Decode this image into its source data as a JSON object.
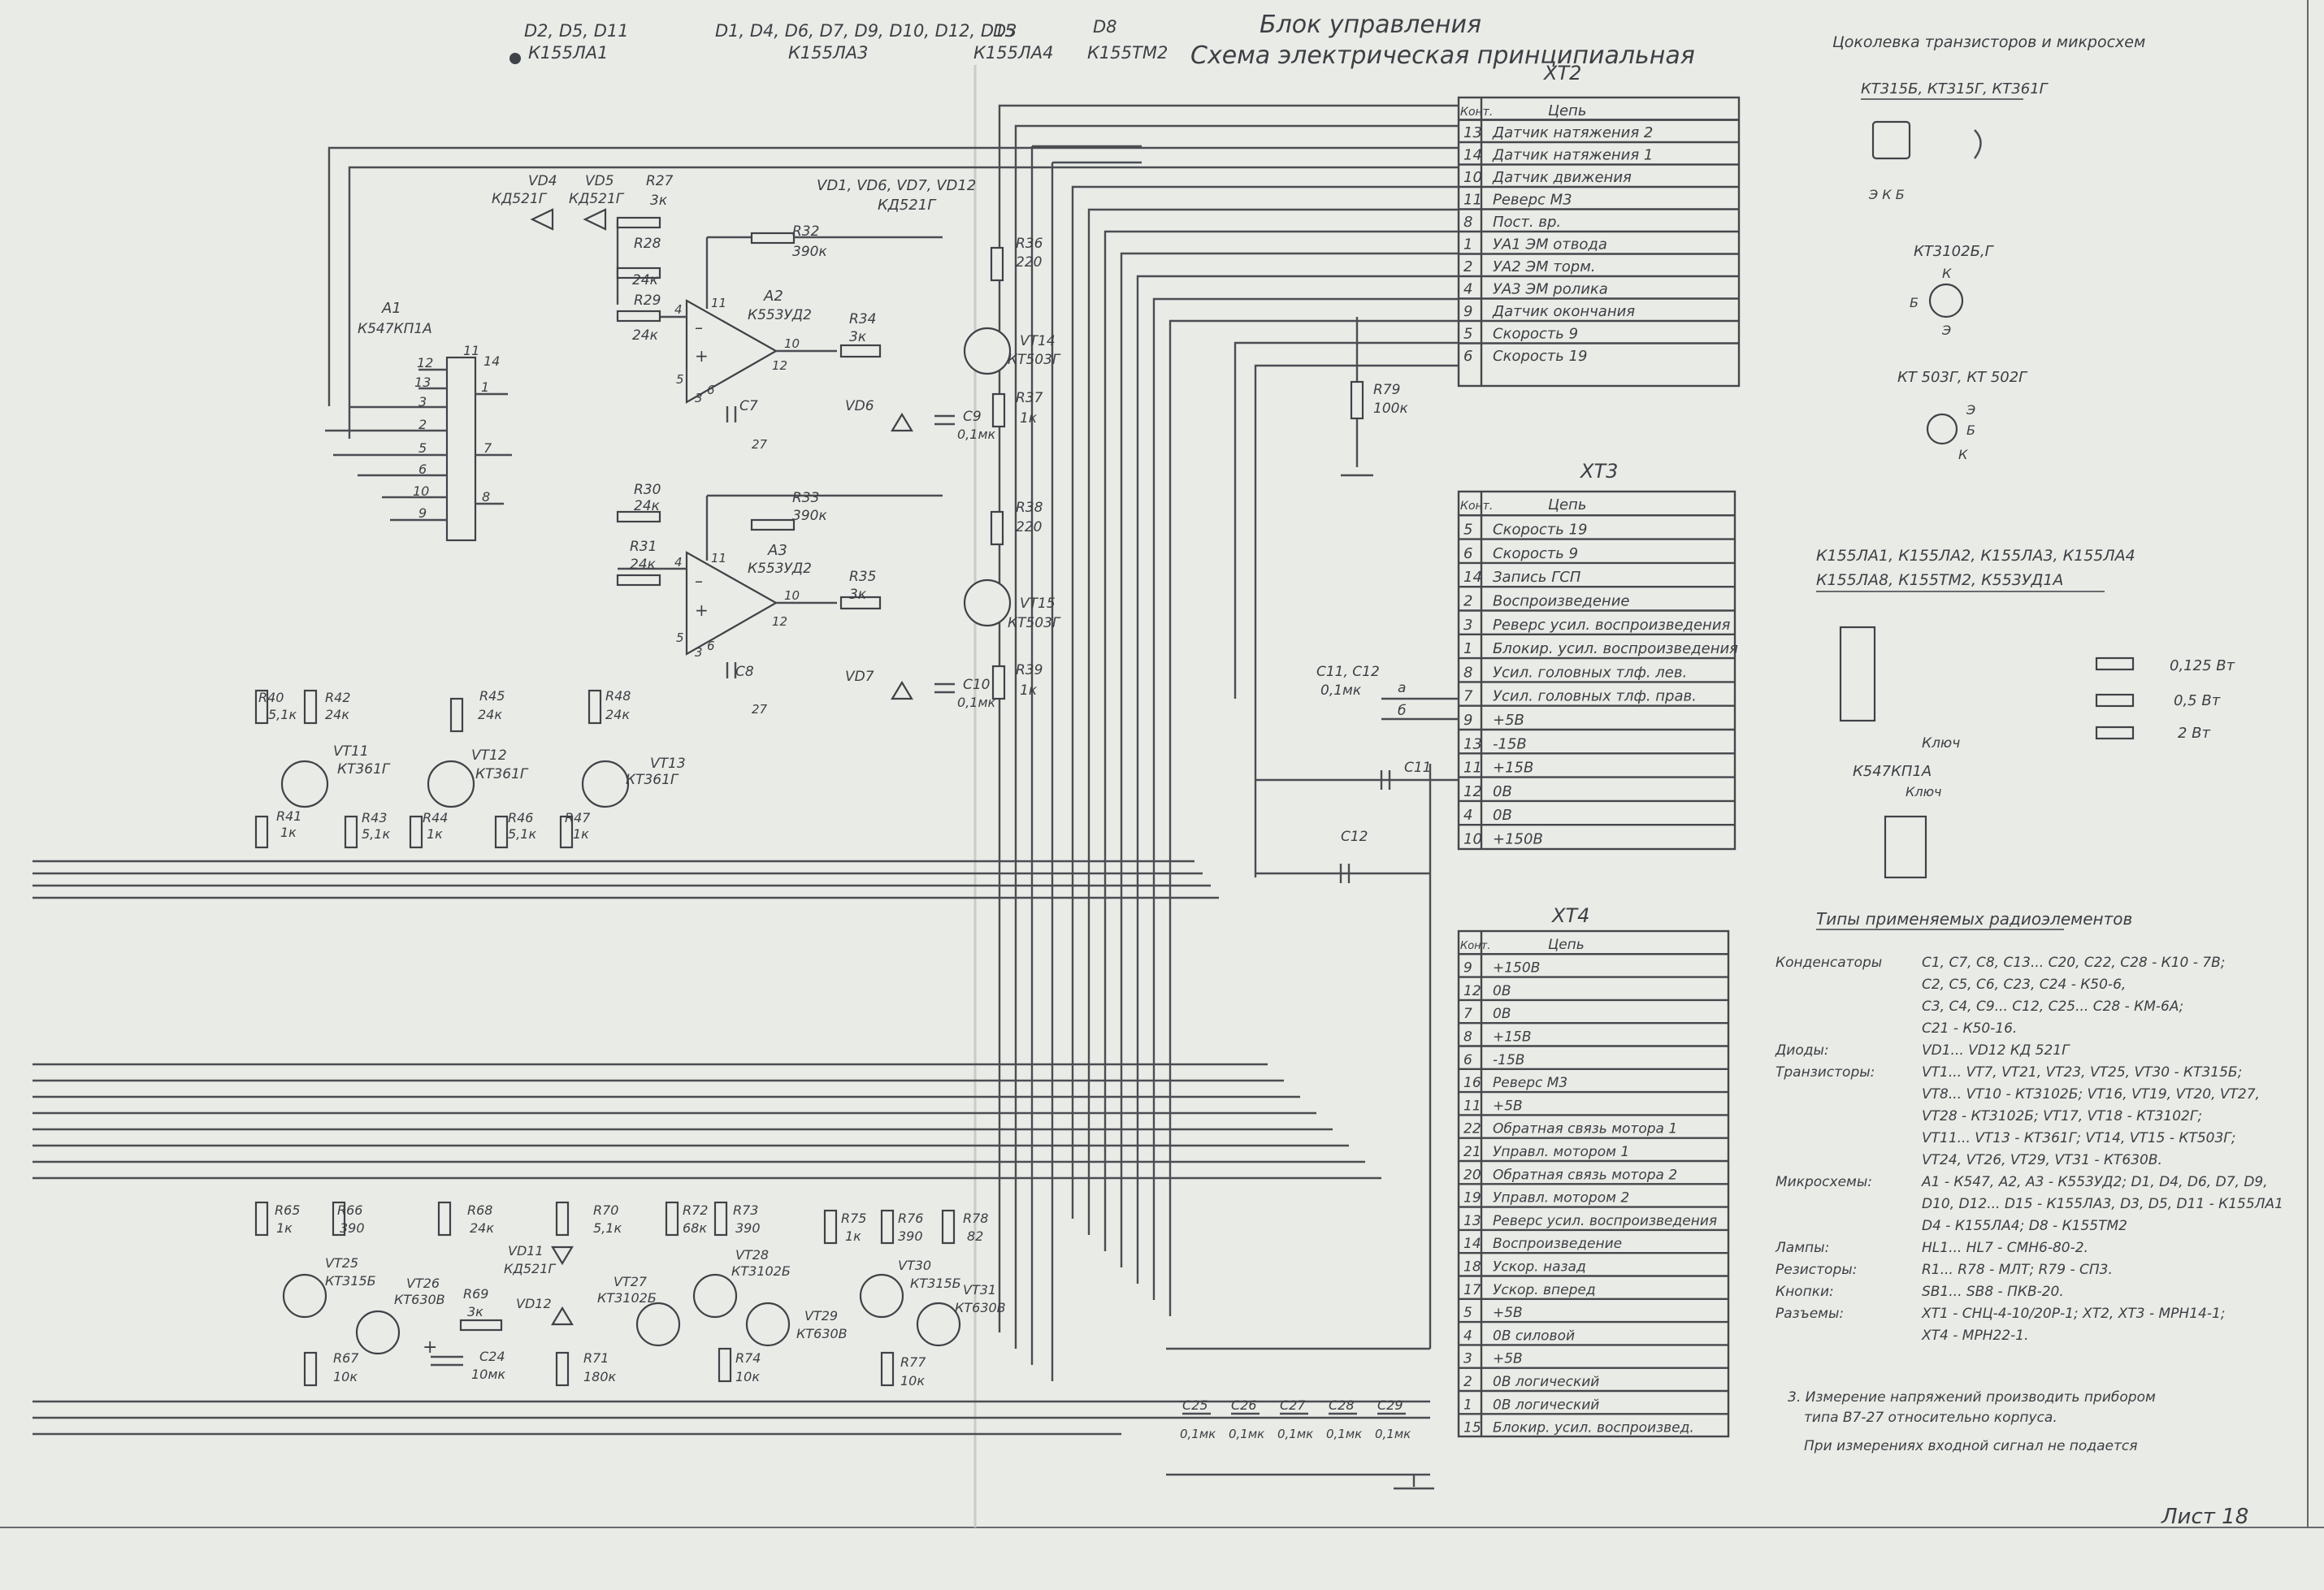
{
  "title": {
    "line1": "Блок управления",
    "line2": "Схема электрическая принципиальная"
  },
  "ic_groups": [
    {
      "refs": "D2, D5, D11",
      "type": "К155ЛА1"
    },
    {
      "refs": "D1, D4, D6, D7, D9, D10, D12, D15",
      "type": "К155ЛА3"
    },
    {
      "refs": "D3",
      "type": "К155ЛА4"
    },
    {
      "refs": "D8",
      "type": "К155ТМ2"
    }
  ],
  "sheet_label": "Лист 18",
  "pinout": {
    "title": "Цоколевка транзисторов и микросхем",
    "kt315": "КТ315Б, КТ315Г, КТ361Г",
    "kt315_pins": "Э К Б",
    "kt3102": "КТ3102Б,Г",
    "kt3102_pins": [
      "К",
      "Б",
      "Э"
    ],
    "kt503": "КТ 503Г, КТ 502Г",
    "kt503_pins": [
      "Э",
      "Б",
      "К"
    ],
    "ic_line1": "К155ЛА1, К155ЛА2, К155ЛА3, К155ЛА4",
    "ic_line2": "К155ЛА8, К155ТМ2, К553УД1А",
    "key": "Ключ",
    "k547": "К547КП1А",
    "k547_key": "Ключ",
    "resistor_power": [
      "0,125 Вт",
      "0,5 Вт",
      "2 Вт"
    ]
  },
  "xt2": {
    "name": "ХТ2",
    "head": [
      "Конт.",
      "Цепь"
    ],
    "rows": [
      [
        "13",
        "Датчик натяжения 2"
      ],
      [
        "14",
        "Датчик натяжения 1"
      ],
      [
        "10",
        "Датчик движения"
      ],
      [
        "11",
        "Реверс М3"
      ],
      [
        "8",
        "Пост. вр."
      ],
      [
        "1",
        "УА1 ЭМ отвода"
      ],
      [
        "2",
        "УА2 ЭМ торм."
      ],
      [
        "4",
        "УА3 ЭМ ролика"
      ],
      [
        "9",
        "Датчик окончания"
      ],
      [
        "5",
        "Скорость 9"
      ],
      [
        "6",
        "Скорость 19"
      ]
    ]
  },
  "xt3": {
    "name": "ХТ3",
    "head": [
      "Конт.",
      "Цепь"
    ],
    "rows": [
      [
        "5",
        "Скорость 19"
      ],
      [
        "6",
        "Скорость 9"
      ],
      [
        "14",
        "Запись ГСП"
      ],
      [
        "2",
        "Воспроизведение"
      ],
      [
        "3",
        "Реверс усил. воспроизведения"
      ],
      [
        "1",
        "Блокир. усил. воспроизведения"
      ],
      [
        "8",
        "Усил. головных тлф. лев."
      ],
      [
        "7",
        "Усил. головных тлф. прав."
      ],
      [
        "9",
        "+5В"
      ],
      [
        "13",
        "-15В"
      ],
      [
        "11",
        "+15В"
      ],
      [
        "12",
        "0В"
      ],
      [
        "4",
        "0В"
      ],
      [
        "10",
        "+150В"
      ]
    ]
  },
  "xt4": {
    "name": "ХТ4",
    "head": [
      "Конт.",
      "Цепь"
    ],
    "rows": [
      [
        "9",
        "+150В"
      ],
      [
        "12",
        "0В"
      ],
      [
        "7",
        "0В"
      ],
      [
        "8",
        "+15В"
      ],
      [
        "6",
        "-15В"
      ],
      [
        "16",
        "Реверс М3"
      ],
      [
        "11",
        "+5В"
      ],
      [
        "22",
        "Обратная связь мотора 1"
      ],
      [
        "21",
        "Управл. мотором 1"
      ],
      [
        "20",
        "Обратная связь мотора 2"
      ],
      [
        "19",
        "Управл. мотором 2"
      ],
      [
        "13",
        "Реверс усил. воспроизведения"
      ],
      [
        "14",
        "Воспроизведение"
      ],
      [
        "18",
        "Ускор. назад"
      ],
      [
        "17",
        "Ускор. вперед"
      ],
      [
        "5",
        "+5В"
      ],
      [
        "4",
        "0В силовой"
      ],
      [
        "3",
        "+5В"
      ],
      [
        "2",
        "0В логический"
      ],
      [
        "1",
        "0В логический"
      ],
      [
        "15",
        "Блокир. усил. воспроизвед."
      ]
    ]
  },
  "elements": {
    "title": "Типы применяемых радиоэлементов",
    "rows": [
      [
        "Конденсаторы",
        "С1, С7, С8, С13... С20, С22, С28 - К10 - 7В;"
      ],
      [
        "",
        "С2, С5, С6, С23, С24 - К50-6,"
      ],
      [
        "",
        "С3, С4, С9... С12, С25... С28 - КМ-6А;"
      ],
      [
        "",
        "С21 - К50-16."
      ],
      [
        "Диоды:",
        "VD1... VD12 КД 521Г"
      ],
      [
        "Транзисторы:",
        "VT1... VT7, VT21, VT23, VT25, VT30 - КТ315Б;"
      ],
      [
        "",
        "VT8... VT10 - КТ3102Б; VT16, VT19, VT20, VT27,"
      ],
      [
        "",
        "VT28 - КТ3102Б; VT17, VT18 - КТ3102Г;"
      ],
      [
        "",
        "VT11... VT13 - КТ361Г; VT14, VT15 - КТ503Г;"
      ],
      [
        "",
        "VT24, VT26, VT29, VT31 - КТ630В."
      ],
      [
        "Микросхемы:",
        "А1 - К547, А2, А3 - К553УД2; D1, D4, D6, D7, D9,"
      ],
      [
        "",
        "D10, D12... D15 - К155ЛА3, D3, D5, D11 - К155ЛА1"
      ],
      [
        "",
        "D4 - К155ЛА4; D8 - К155ТМ2"
      ],
      [
        "Лампы:",
        "HL1... HL7 - СМН6-80-2."
      ],
      [
        "Резисторы:",
        "R1... R78 - МЛТ; R79 - СП3."
      ],
      [
        "Кнопки:",
        "SB1... SB8 - ПКВ-20."
      ],
      [
        "Разъемы:",
        "ХТ1 - СНЦ-4-10/20Р-1; ХТ2, ХТ3 - МРН14-1;"
      ],
      [
        "",
        "ХТ4 - МРН22-1."
      ]
    ]
  },
  "notes": [
    "3. Измерение напряжений производить прибором",
    "типа В7-27 относительно корпуса.",
    "При измерениях входной сигнал не подается"
  ],
  "labels": {
    "vd4": "VD4",
    "vd4t": "КД521Г",
    "vd5": "VD5",
    "vd5t": "КД521Г",
    "r27": "R27",
    "r27v": "3к",
    "vdgrp": "VD1, VD6, VD7, VD12",
    "vdgrpt": "КД521Г",
    "r28": "R28",
    "r28v": "24к",
    "r29": "R29",
    "r29v": "24к",
    "r32": "R32",
    "r32v": "390к",
    "a2": "А2",
    "a2t": "К553УД2",
    "a1": "А1",
    "a1t": "К547КП1А",
    "r34": "R34",
    "r34v": "3к",
    "r36": "R36",
    "r36v": "220",
    "vt14": "VT14",
    "vt14t": "КТ503Г",
    "c7": "С7",
    "vd6": "VD6",
    "c9": "С9",
    "c9v": "0,1мк",
    "r37": "R37",
    "r37v": "1к",
    "r79": "R79",
    "r79v": "100к",
    "r30": "R30",
    "r30v": "24к",
    "r33": "R33",
    "r33v": "390к",
    "r31": "R31",
    "r31v": "24к",
    "a3": "А3",
    "a3t": "К553УД2",
    "r35": "R35",
    "r35v": "3к",
    "r38": "R38",
    "r38v": "220",
    "vt15": "VT15",
    "vt15t": "КТ503Г",
    "c8": "С8",
    "vd7": "VD7",
    "c10": "С10",
    "c10v": "0,1мк",
    "r39": "R39",
    "r39v": "1к",
    "c1112": "С11, С12",
    "c1112v": "0,1мк",
    "ca": "а",
    "cb": "б",
    "c11": "С11",
    "c12": "С12",
    "r40": "R40",
    "r40v": "5,1к",
    "r42": "R42",
    "r42v": "24к",
    "r45": "R45",
    "r45v": "24к",
    "r48": "R48",
    "r48v": "24к",
    "vt11": "VT11",
    "vt11t": "КТ361Г",
    "vt12": "VT12",
    "vt12t": "КТ361Г",
    "vt13": "VT13",
    "vt13t": "КТ361Г",
    "r41": "R41",
    "r41v": "1к",
    "r43": "R43",
    "r43v": "5,1к",
    "r44": "R44",
    "r44v": "1к",
    "r46": "R46",
    "r46v": "5,1к",
    "r47": "R47",
    "r47v": "1к",
    "r65": "R65",
    "r65v": "1к",
    "r66": "R66",
    "r66v": "390",
    "r68": "R68",
    "r68v": "24к",
    "r70": "R70",
    "r70v": "5,1к",
    "r72": "R72",
    "r72v": "68к",
    "r73": "R73",
    "r73v": "390",
    "r75": "R75",
    "r75v": "1к",
    "r76": "R76",
    "r76v": "390",
    "r78": "R78",
    "r78v": "82",
    "vd11": "VD11",
    "vd11t": "КД521Г",
    "vt25": "VT25",
    "vt25t": "КТ315Б",
    "vt26": "VT26",
    "vt26t": "КТ630В",
    "r69": "R69",
    "r69v": "3к",
    "vd12": "VD12",
    "vt27": "VT27",
    "vt27t": "КТ3102Б",
    "vt28": "VT28",
    "vt28t": "КТ3102Б",
    "vt30": "VT30",
    "vt30t": "КТ315Б",
    "vt31": "VT31",
    "vt31t": "КТ630В",
    "vt29": "VT29",
    "vt29t": "КТ630В",
    "c24": "С24",
    "c24v": "10мк",
    "r67": "R67",
    "r67v": "10к",
    "r71": "R71",
    "r71v": "180к",
    "r74": "R74",
    "r74v": "10к",
    "r77": "R77",
    "r77v": "10к",
    "c25": "С25",
    "c26": "С26",
    "c27": "С27",
    "c28": "С28",
    "c29": "С29",
    "cap01": "0,1мк",
    "pin12": "12",
    "pin13": "13",
    "pin3": "3",
    "pin2": "2",
    "pin5": "5",
    "pin6": "6",
    "pin10": "10",
    "pin9": "9",
    "pin11": "11",
    "pin14": "14",
    "pin1": "1",
    "pin7": "7",
    "pin8": "8",
    "oa11": "11",
    "oa4": "4",
    "oa10": "10",
    "oa12": "12",
    "oa5": "5",
    "oa6": "6",
    "oa3": "3",
    "oa27": "27",
    "plus": "+",
    "minus": "–"
  }
}
